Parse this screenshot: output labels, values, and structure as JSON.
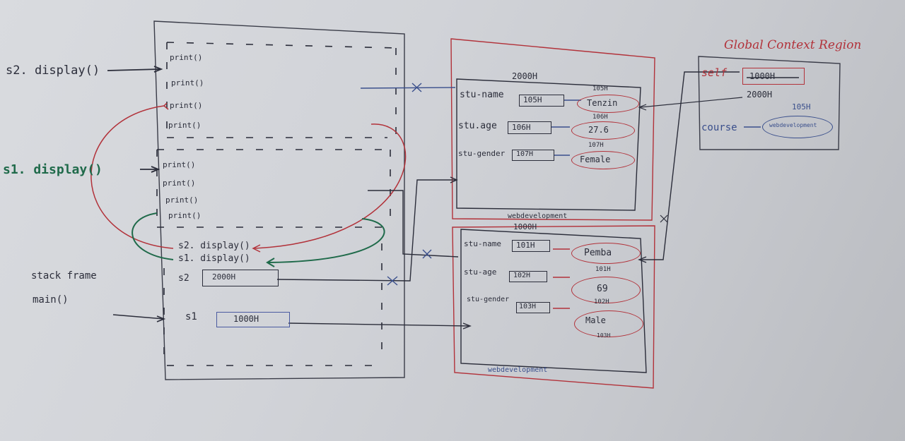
{
  "labels": {
    "s2_display_left": "s2. display()",
    "s1_display_left": "s1. display()",
    "stack_frame": "stack frame",
    "main": "main()",
    "print": "print()",
    "s2_display_inner": "s2. display()",
    "s1_display_inner": "s1. display()",
    "s2": "s2",
    "s1": "s1",
    "s2_value": "2000H",
    "s1_value": "1000H"
  },
  "heap_2000H": {
    "address": "2000H",
    "stu_name": "stu-name",
    "stu_name_ref": "105H",
    "stu_age": "stu.age",
    "stu_age_ref": "106H",
    "stu_gender": "stu-gender",
    "stu_gender_ref": "107H",
    "name_val": "Tenzin",
    "name_addr": "105H",
    "age_val": "27.6",
    "age_addr": "106H",
    "gender_val": "Female",
    "gender_addr": "107H",
    "class_label": "webdevelopment"
  },
  "heap_1000H": {
    "address": "1000H",
    "stu_name": "stu-name",
    "stu_name_ref": "101H",
    "stu_age": "stu-age",
    "stu_age_ref": "102H",
    "stu_gender": "stu-gender",
    "stu_gender_ref": "103H",
    "name_val": "Pemba",
    "name_addr": "101H",
    "age_val": "69",
    "age_addr": "102H",
    "gender_val": "Male",
    "gender_addr": "103H",
    "class_label": "webdevelopment"
  },
  "global": {
    "title": "Global Context Region",
    "self": "self",
    "self_old": "1000H",
    "self_new": "2000H",
    "course_addr": "105H",
    "course": "course",
    "course_val": "webdevelopment"
  }
}
